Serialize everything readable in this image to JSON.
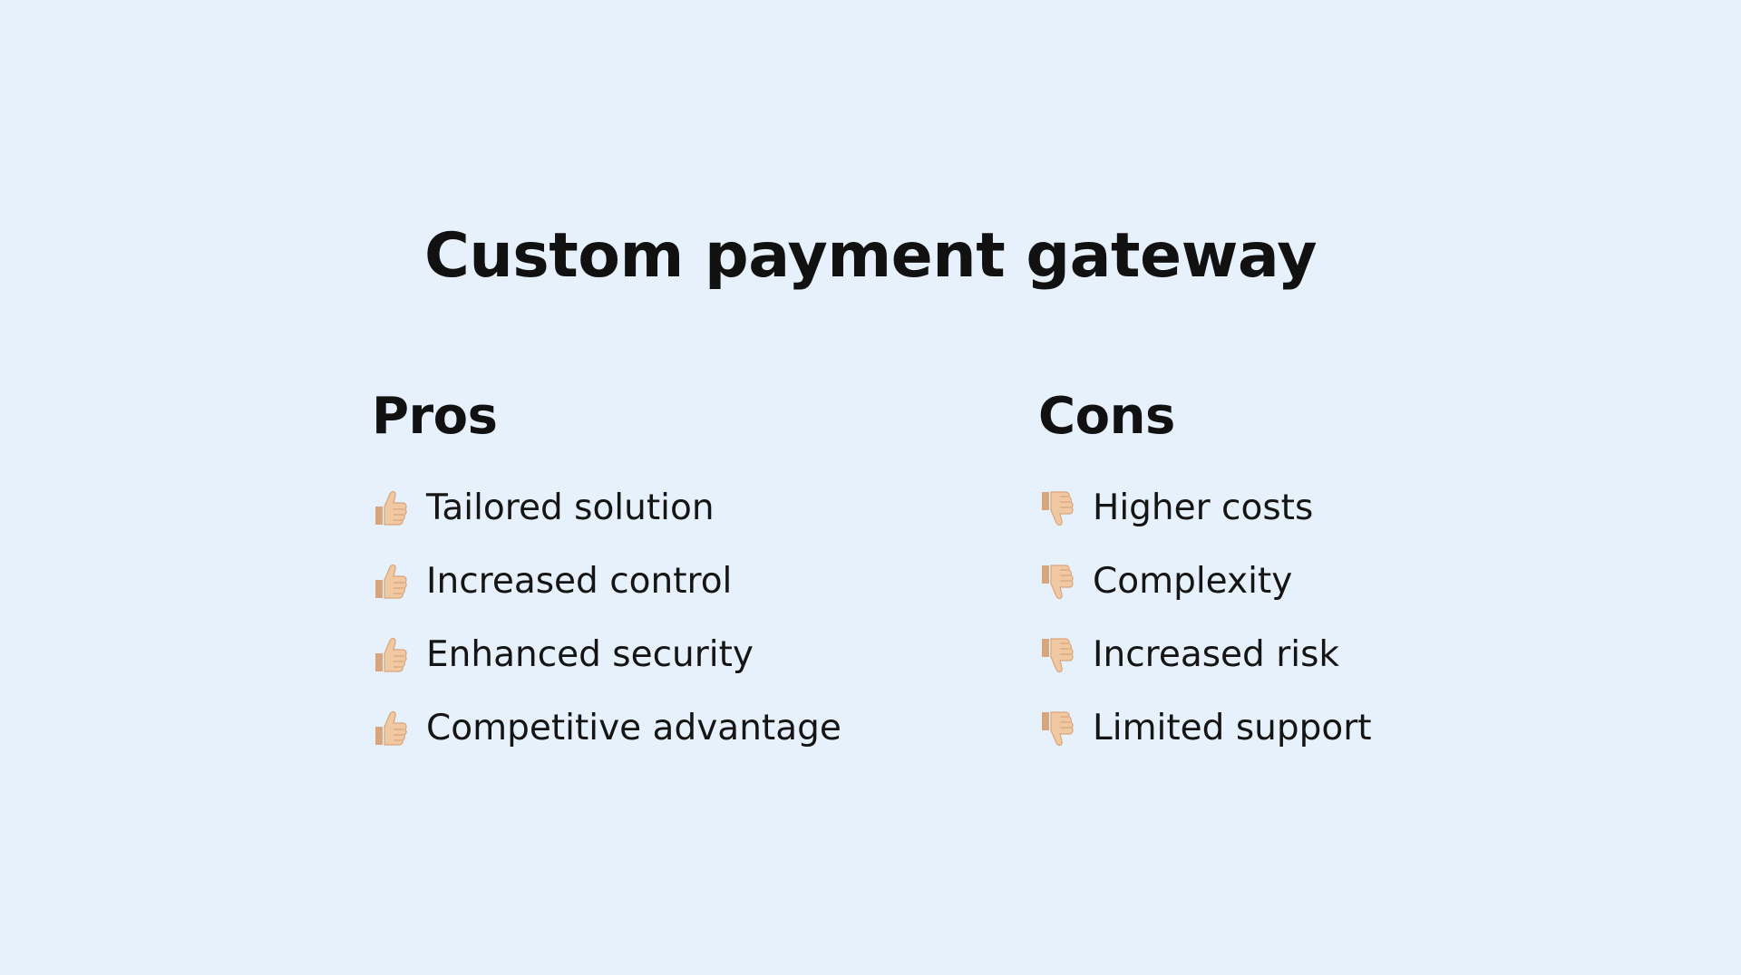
{
  "title": "Custom payment gateway",
  "pros": {
    "heading": "Pros",
    "icon": "thumbs-up-icon",
    "items": [
      {
        "label": "Tailored solution"
      },
      {
        "label": "Increased control"
      },
      {
        "label": "Enhanced security"
      },
      {
        "label": "Competitive advantage"
      }
    ]
  },
  "cons": {
    "heading": "Cons",
    "icon": "thumbs-down-icon",
    "items": [
      {
        "label": "Higher costs"
      },
      {
        "label": "Complexity"
      },
      {
        "label": "Increased risk"
      },
      {
        "label": "Limited support"
      }
    ]
  },
  "colors": {
    "background": "#e7f1fb",
    "text": "#111111",
    "thumb_skin": "#f0c9a3",
    "thumb_shade": "#d9a57c"
  }
}
